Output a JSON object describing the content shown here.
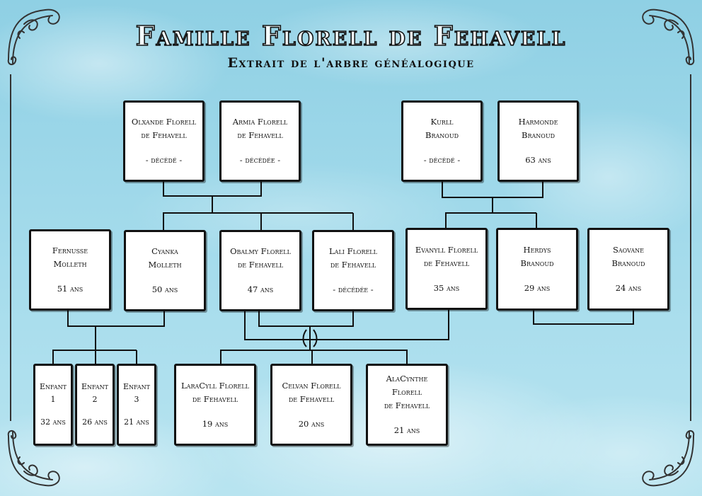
{
  "title": "Famille Florell de Fehavell",
  "subtitle": "Extrait de l'arbre généalogique",
  "colors": {
    "background": "#9fd6e6",
    "box_border": "#111111",
    "box_fill": "#ffffff",
    "connector": "#111111"
  },
  "people": {
    "olxande": {
      "name_1": "Olxande Florell",
      "name_2": "de Fehavell",
      "info": "- décédé -"
    },
    "armia": {
      "name_1": "Armia Florell",
      "name_2": "de Fehavell",
      "info": "- décédée -"
    },
    "kurll": {
      "name_1": "Kurll",
      "name_2": "Branoud",
      "info": "- décédé -"
    },
    "harmonde": {
      "name_1": "Harmonde",
      "name_2": "Branoud",
      "info": "63 ans"
    },
    "fernusse": {
      "name_1": "Fernusse",
      "name_2": "Molleth",
      "info": "51 ans"
    },
    "cyanka": {
      "name_1": "Cyanka",
      "name_2": "Molleth",
      "info": "50 ans"
    },
    "obalmy": {
      "name_1": "Obalmy Florell",
      "name_2": "de Fehavell",
      "info": "47 ans"
    },
    "lali": {
      "name_1": "Lali Florell",
      "name_2": "de Fehavell",
      "info": "- décédée -"
    },
    "evanyll": {
      "name_1": "Evanyll Florell",
      "name_2": "de Fehavell",
      "info": "35 ans"
    },
    "herdys": {
      "name_1": "Herdys",
      "name_2": "Branoud",
      "info": "29 ans"
    },
    "saovane": {
      "name_1": "Saovane",
      "name_2": "Branoud",
      "info": "24 ans"
    },
    "enfant1": {
      "name_1": "Enfant",
      "name_2": "1",
      "info": "32 ans"
    },
    "enfant2": {
      "name_1": "Enfant",
      "name_2": "2",
      "info": "26 ans"
    },
    "enfant3": {
      "name_1": "Enfant",
      "name_2": "3",
      "info": "21 ans"
    },
    "laracyll": {
      "name_1": "LaraCyll Florell",
      "name_2": "de Fehavell",
      "info": "19 ans"
    },
    "celvan": {
      "name_1": "Celvan Florell",
      "name_2": "de Fehavell",
      "info": "20 ans"
    },
    "alacynthe": {
      "name_1": "AlaCynthe Florell",
      "name_2": "de Fehavell",
      "info": "21 ans"
    }
  }
}
